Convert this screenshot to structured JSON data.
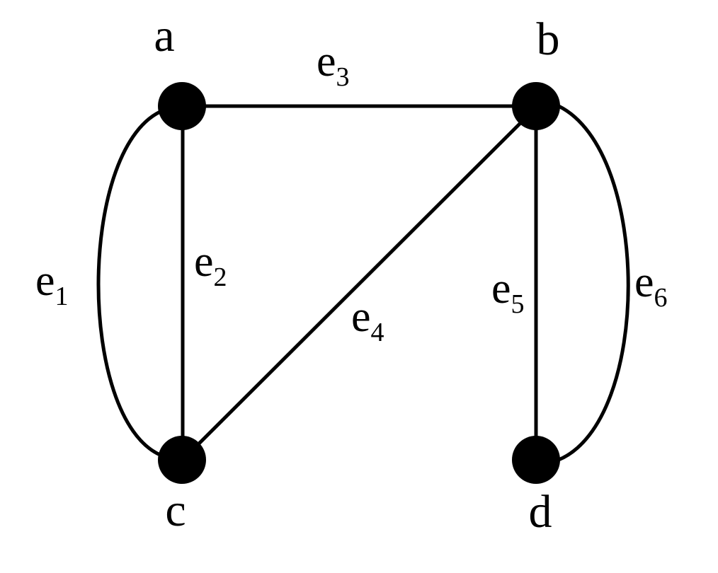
{
  "vertices": [
    {
      "id": "a",
      "label": "a"
    },
    {
      "id": "b",
      "label": "b"
    },
    {
      "id": "c",
      "label": "c"
    },
    {
      "id": "d",
      "label": "d"
    }
  ],
  "edges": [
    {
      "id": "e1",
      "base": "e",
      "sub": "1",
      "from": "a",
      "to": "c"
    },
    {
      "id": "e2",
      "base": "e",
      "sub": "2",
      "from": "a",
      "to": "c"
    },
    {
      "id": "e3",
      "base": "e",
      "sub": "3",
      "from": "a",
      "to": "b"
    },
    {
      "id": "e4",
      "base": "e",
      "sub": "4",
      "from": "b",
      "to": "c"
    },
    {
      "id": "e5",
      "base": "e",
      "sub": "5",
      "from": "b",
      "to": "d"
    },
    {
      "id": "e6",
      "base": "e",
      "sub": "6",
      "from": "b",
      "to": "d"
    }
  ],
  "colors": {
    "ink": "#000000",
    "background": "#ffffff"
  }
}
